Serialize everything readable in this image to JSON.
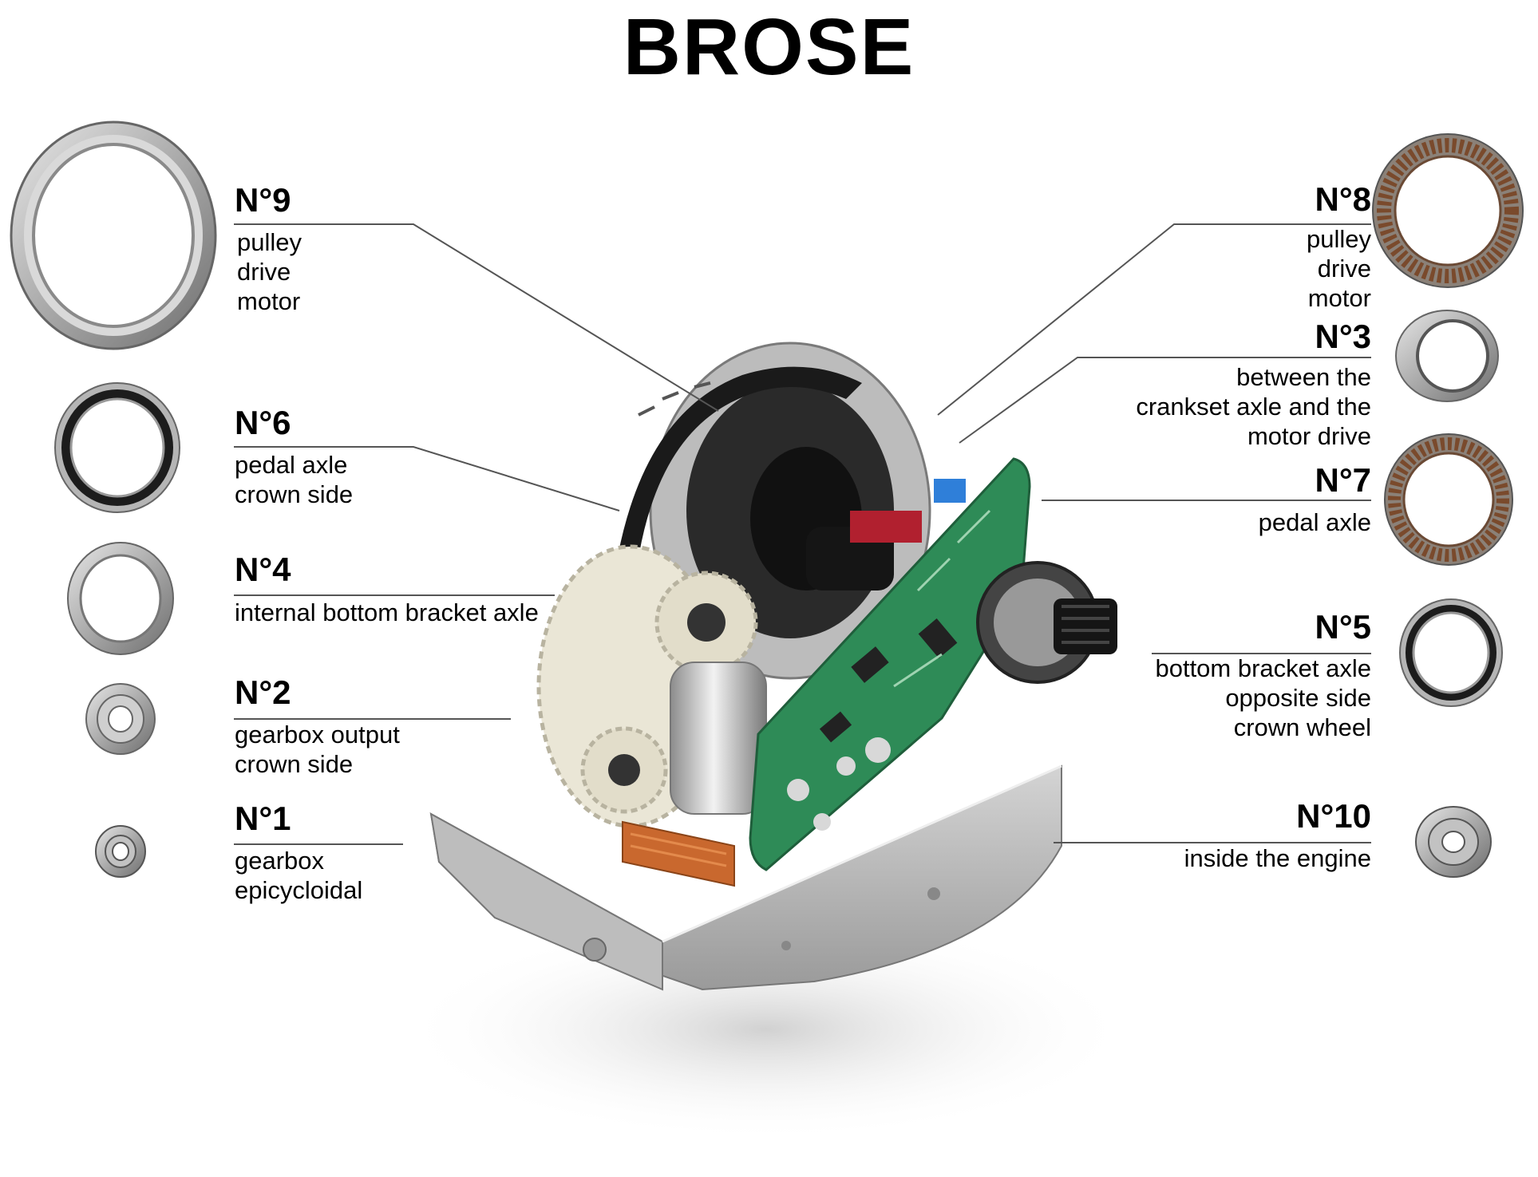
{
  "title": "BROSE",
  "labels": [
    {
      "number": "N°9",
      "desc": "pulley\ndrive\nmotor"
    },
    {
      "number": "N°6",
      "desc": "pedal axle\ncrown side"
    },
    {
      "number": "N°4",
      "desc": "internal bottom bracket axle"
    },
    {
      "number": "N°2",
      "desc": "gearbox output\ncrown side"
    },
    {
      "number": "N°1",
      "desc": "gearbox\nepicycloidal"
    },
    {
      "number": "N°8",
      "desc": "pulley\ndrive\nmotor"
    },
    {
      "number": "N°3",
      "desc": "between the\ncrankset axle and the\nmotor drive"
    },
    {
      "number": "N°7",
      "desc": "pedal axle"
    },
    {
      "number": "N°5",
      "desc": "bottom bracket axle\nopposite side\ncrown wheel"
    },
    {
      "number": "N°10",
      "desc": "inside the engine"
    }
  ],
  "icons": {
    "bearings": [
      "bearing-9-icon",
      "bearing-6-icon",
      "bearing-4-icon",
      "bearing-2-icon",
      "bearing-1-icon",
      "bearing-8-icon",
      "bearing-3-icon",
      "bearing-7-icon",
      "bearing-5-icon",
      "bearing-10-icon"
    ],
    "motor": "motor-illustration"
  },
  "colors": {
    "text": "#000000",
    "leader_line": "#555555",
    "steel": "#a9a9a9",
    "rubber_seal": "#1c1c1c",
    "needle_cage": "#7a4a2c",
    "pcb": "#2e8b57",
    "belt": "#1a1a1a",
    "gear": "#eae6d6"
  }
}
